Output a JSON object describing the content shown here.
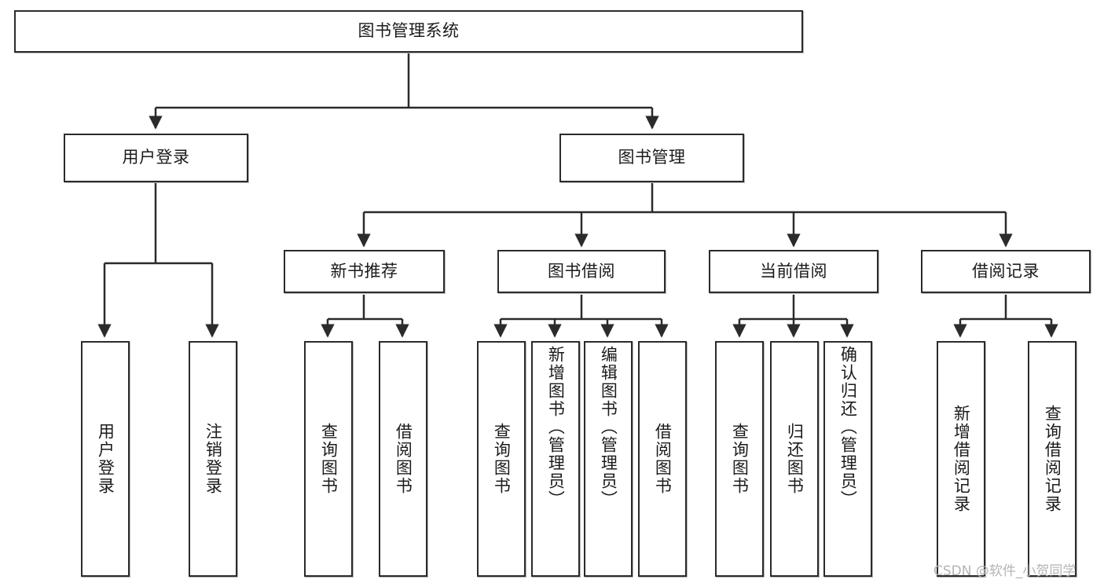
{
  "diagram": {
    "type": "tree-hierarchy",
    "title": "图书管理系统",
    "watermark": "CSDN @软件_小贺同学",
    "colors": {
      "box_border": "#2b2b2b",
      "box_fill": "#ffffff",
      "connector": "#2b2b2b",
      "text": "#1b1b1b",
      "watermark": "#b4b4b4",
      "background": "#ffffff"
    },
    "nodes": {
      "root": {
        "label": "图书管理系统",
        "level": 0
      },
      "l1": [
        {
          "id": "user_login",
          "label": "用户登录",
          "level": 1
        },
        {
          "id": "book_manage",
          "label": "图书管理",
          "level": 1
        }
      ],
      "l2": [
        {
          "id": "new_book_rec",
          "label": "新书推荐",
          "level": 2,
          "parent": "book_manage"
        },
        {
          "id": "book_borrow",
          "label": "图书借阅",
          "level": 2,
          "parent": "book_manage"
        },
        {
          "id": "current_borrow",
          "label": "当前借阅",
          "level": 2,
          "parent": "book_manage"
        },
        {
          "id": "borrow_record",
          "label": "借阅记录",
          "level": 2,
          "parent": "book_manage"
        }
      ],
      "leaves": [
        {
          "id": "leaf_user_login",
          "label": "用户登录",
          "parent": "user_login"
        },
        {
          "id": "leaf_user_logout",
          "label": "注销登录",
          "parent": "user_login"
        },
        {
          "id": "leaf_query_book_1",
          "label": "查询图书",
          "parent": "new_book_rec"
        },
        {
          "id": "leaf_borrow_book_1",
          "label": "借阅图书",
          "parent": "new_book_rec"
        },
        {
          "id": "leaf_query_book_2",
          "label": "查询图书",
          "parent": "book_borrow"
        },
        {
          "id": "leaf_add_book",
          "label": "新增图书（管理员）",
          "parent": "book_borrow"
        },
        {
          "id": "leaf_edit_book",
          "label": "编辑图书（管理员）",
          "parent": "book_borrow"
        },
        {
          "id": "leaf_borrow_book_2",
          "label": "借阅图书",
          "parent": "book_borrow"
        },
        {
          "id": "leaf_query_book_3",
          "label": "查询图书",
          "parent": "current_borrow"
        },
        {
          "id": "leaf_return_book",
          "label": "归还图书",
          "parent": "current_borrow"
        },
        {
          "id": "leaf_confirm_return",
          "label": "确认归还（管理员）",
          "parent": "current_borrow"
        },
        {
          "id": "leaf_add_record",
          "label": "新增借阅记录",
          "parent": "borrow_record"
        },
        {
          "id": "leaf_query_record",
          "label": "查询借阅记录",
          "parent": "borrow_record"
        }
      ]
    }
  }
}
